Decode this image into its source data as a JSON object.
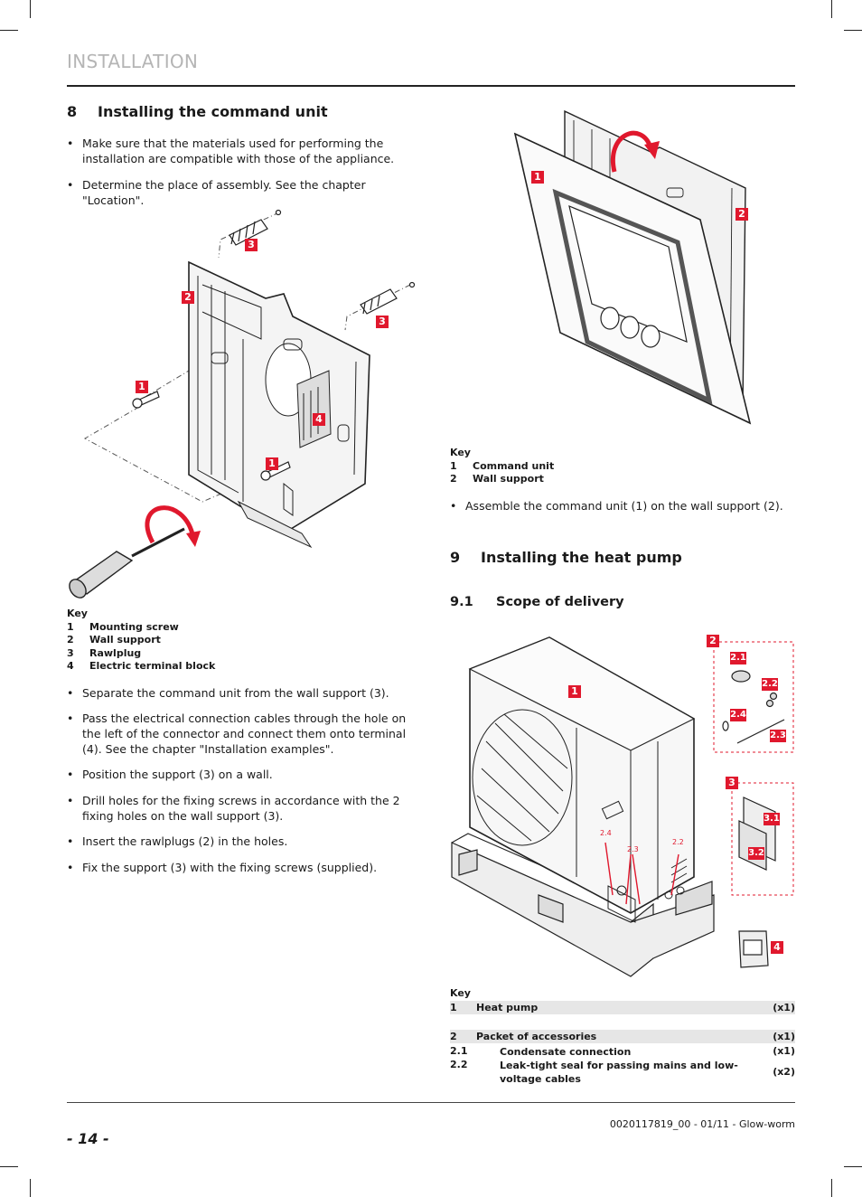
{
  "header": {
    "section_title": "INSTALLATION"
  },
  "section8": {
    "number": "8",
    "title": "Installing the command unit",
    "bullets_top": [
      "Make sure that the materials used for performing the installation are compatible with those of the appliance.",
      "Determine the place of assembly. See the chapter \"Location\"."
    ],
    "figure_labels": {
      "screw": "1",
      "support": "2",
      "plug": "3",
      "terminal": "4"
    },
    "key_title": "Key",
    "key": [
      {
        "num": "1",
        "text": "Mounting screw"
      },
      {
        "num": "2",
        "text": "Wall support"
      },
      {
        "num": "3",
        "text": "Rawlplug"
      },
      {
        "num": "4",
        "text": "Electric terminal block"
      }
    ],
    "bullets_bottom": [
      "Separate the command unit from the wall support (3).",
      "Pass the electrical connection cables through the hole on the left of the connector and connect them onto terminal (4). See the chapter \"Installation examples\".",
      "Position the support (3) on a wall.",
      "Drill holes for the fixing screws in accordance with the 2 fixing holes on the wall support (3).",
      "Insert the rawlplugs (2) in the holes.",
      "Fix the support (3) with the fixing screws (supplied)."
    ]
  },
  "figure_right": {
    "labels": {
      "unit": "1",
      "support": "2"
    },
    "key_title": "Key",
    "key": [
      {
        "num": "1",
        "text": "Command unit"
      },
      {
        "num": "2",
        "text": "Wall support"
      }
    ],
    "bullet": "Assemble the command unit (1) on the wall support (2)."
  },
  "section9": {
    "number": "9",
    "title": "Installing the heat pump",
    "sub_number": "9.1",
    "sub_title": "Scope of delivery",
    "figure_labels": {
      "l1": "1",
      "l2": "2",
      "l21": "2.1",
      "l22": "2.2",
      "l23": "2.3",
      "l24": "2.4",
      "l3": "3",
      "l31": "3.1",
      "l32": "3.2",
      "l4": "4",
      "c24": "2.4",
      "c23": "2.3",
      "c22": "2.2"
    },
    "key_title": "Key",
    "table": [
      {
        "num": "1",
        "text": "Heat pump",
        "qty": "(x1)",
        "shaded": true
      },
      {
        "num": "2",
        "text": "Packet of accessories",
        "qty": "(x1)",
        "shaded": true
      },
      {
        "num": "2.1",
        "text": "Condensate connection",
        "qty": "(x1)",
        "shaded": false
      },
      {
        "num": "2.2",
        "text": "Leak-tight seal for passing mains and low-voltage cables",
        "qty": "(x2)",
        "shaded": false
      }
    ]
  },
  "footer": {
    "page_number": "- 14 -",
    "doc_ref": "0020117819_00 - 01/11 - Glow-worm"
  },
  "colors": {
    "accent_red": "#e0182d",
    "header_grey": "#b5b5b5"
  }
}
